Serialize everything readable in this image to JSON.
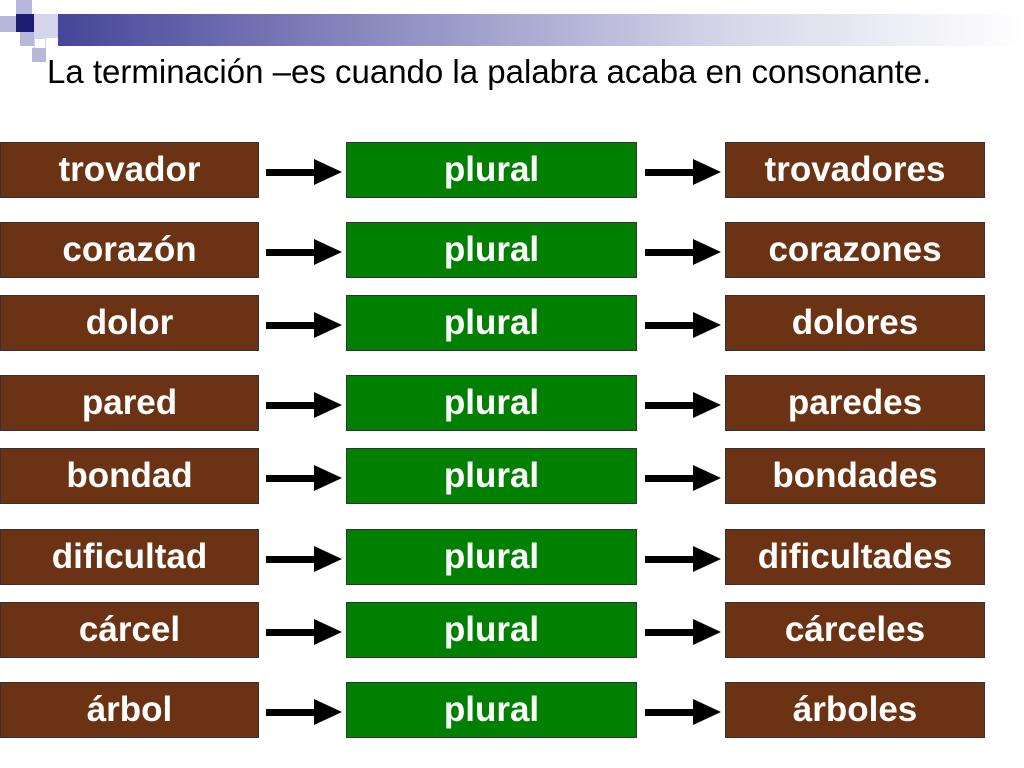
{
  "slide": {
    "intro_text": "La terminación –es cuando la palabra acaba en consonante."
  },
  "rows": [
    {
      "word": "trovador",
      "rule": "plural",
      "result": "trovadores"
    },
    {
      "word": "corazón",
      "rule": "plural",
      "result": "corazones"
    },
    {
      "word": "dolor",
      "rule": "plural",
      "result": "dolores"
    },
    {
      "word": "pared",
      "rule": "plural",
      "result": "paredes"
    },
    {
      "word": "bondad",
      "rule": "plural",
      "result": "bondades"
    },
    {
      "word": "dificultad",
      "rule": "plural",
      "result": "dificultades"
    },
    {
      "word": "cárcel",
      "rule": "plural",
      "result": "cárceles"
    },
    {
      "word": "árbol",
      "rule": "plural",
      "result": "árboles"
    }
  ],
  "colors": {
    "word_box": "#6b3313",
    "plural_box": "#008000",
    "header_bar": "#46469a"
  },
  "icons": {
    "arrow": "right-arrow-icon",
    "decoration": "checker-squares"
  }
}
